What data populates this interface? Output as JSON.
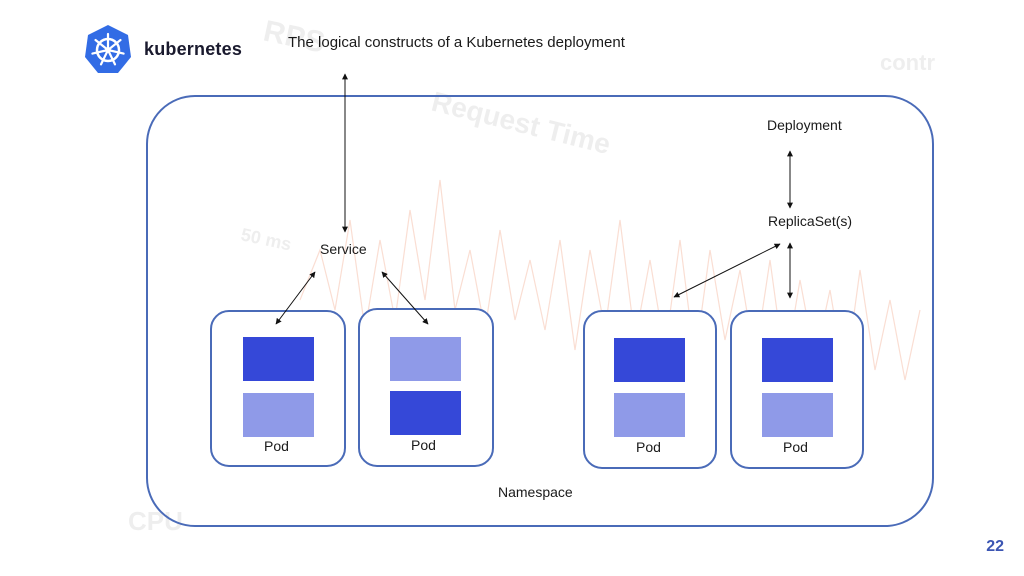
{
  "brand": {
    "name": "kubernetes",
    "icon": "kubernetes-helm-icon"
  },
  "title": "The logical constructs of a Kubernetes deployment",
  "labels": {
    "service": "Service",
    "deployment": "Deployment",
    "replicaset": "ReplicaSet(s)",
    "namespace": "Namespace"
  },
  "pods": [
    {
      "label": "Pod",
      "containers": [
        "dark",
        "light"
      ]
    },
    {
      "label": "Pod",
      "containers": [
        "light",
        "dark"
      ]
    },
    {
      "label": "Pod",
      "containers": [
        "dark",
        "light"
      ]
    },
    {
      "label": "Pod",
      "containers": [
        "dark",
        "light"
      ]
    }
  ],
  "page_number": "22",
  "colors": {
    "border": "#4a6bb8",
    "container_dark": "#3548d8",
    "container_light": "#8f9ae8",
    "logo": "#326ce5",
    "background_chart": "#f4c8b8"
  }
}
